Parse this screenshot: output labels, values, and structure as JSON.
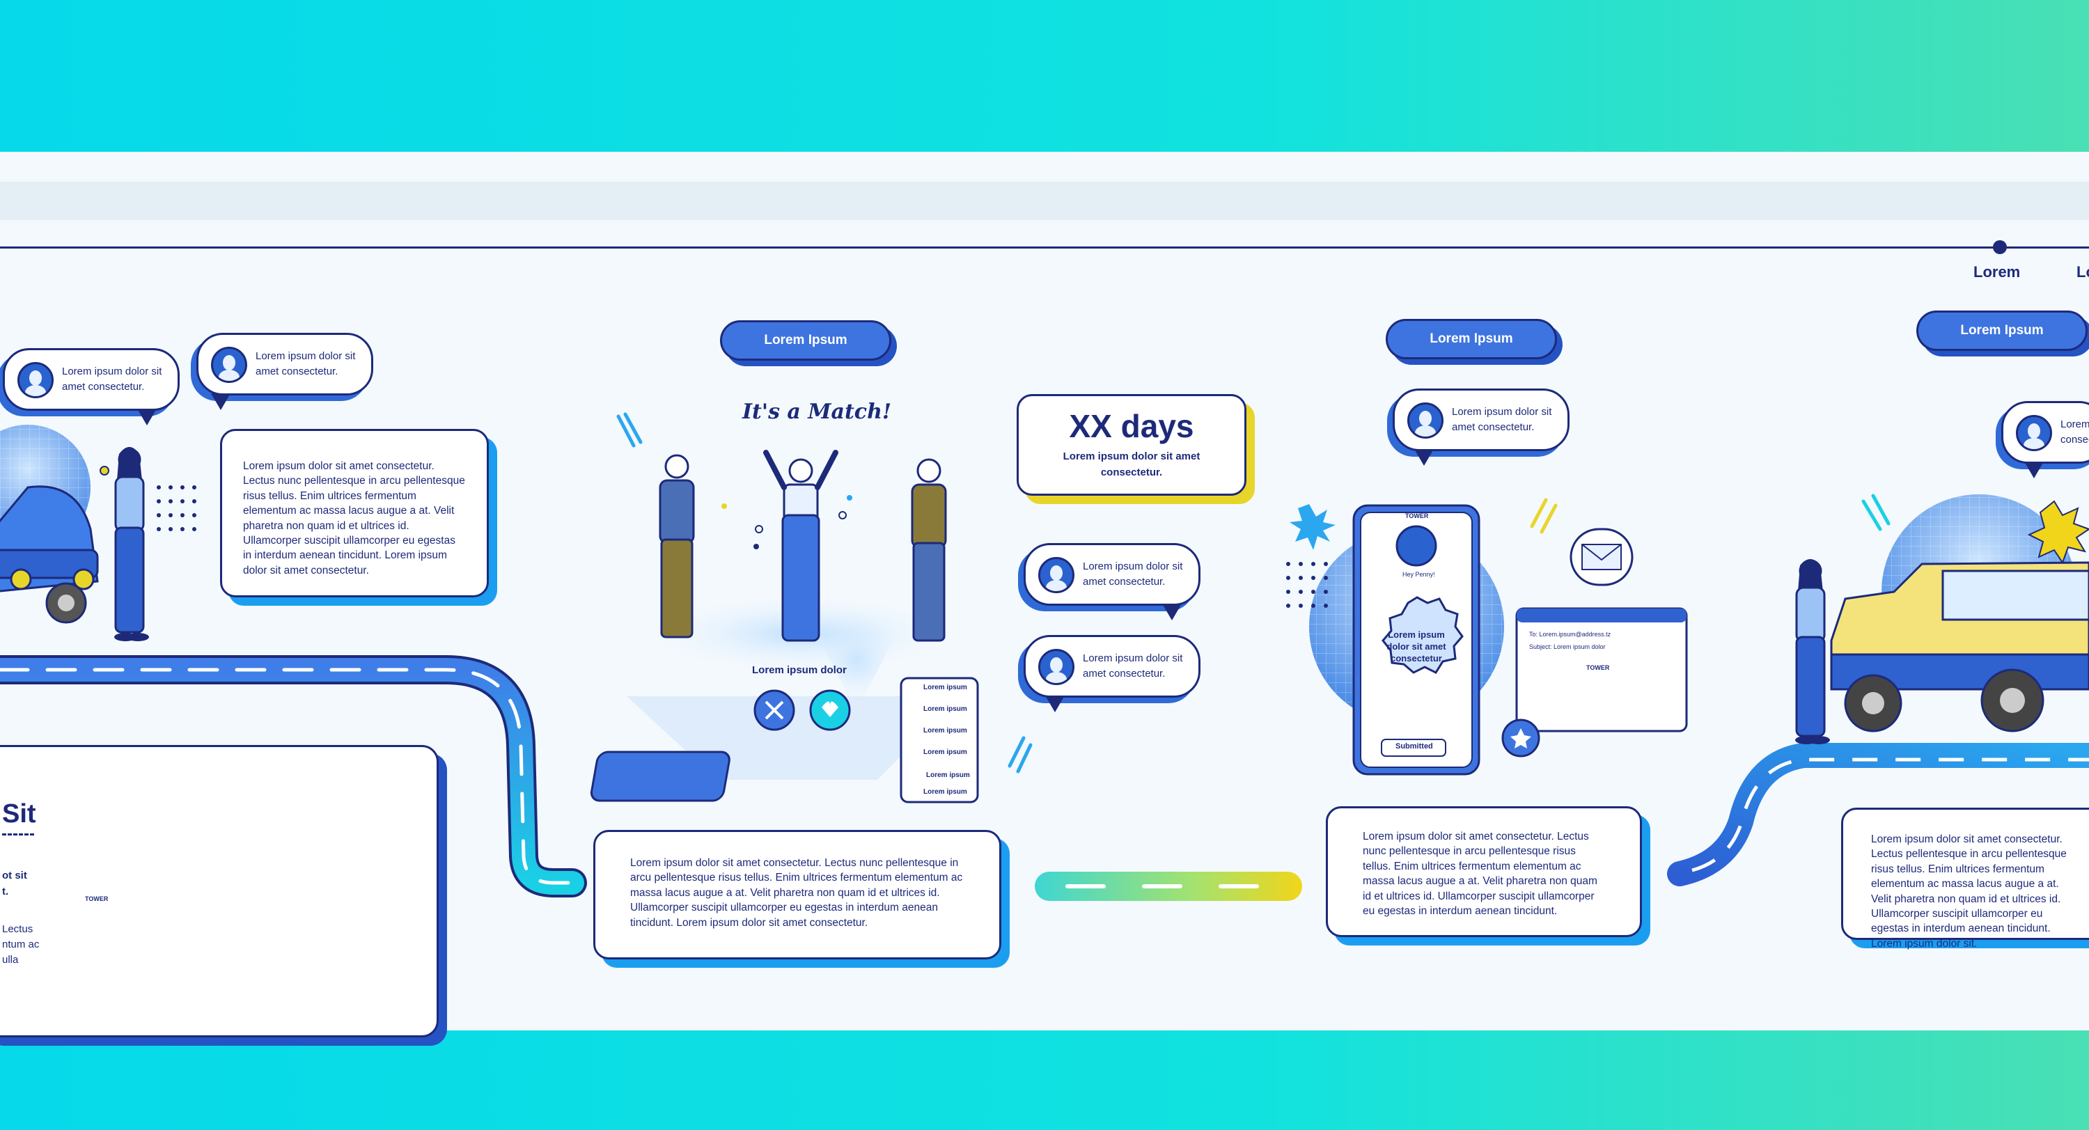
{
  "timeline": {
    "labels": [
      "Lorem",
      "Lo"
    ]
  },
  "pills": [
    "Lorem Ipsum",
    "Lorem Ipsum",
    "Lorem Ipsum"
  ],
  "bubbles": [
    "Lorem ipsum dolor sit amet consectetur.",
    "Lorem ipsum dolor sit amet consectetur.",
    "Lorem ipsum dolor sit amet consectetur.",
    "Lorem ipsum dolor sit amet consectetur.",
    "Lorem ipsum dolor sit amet consectetur.",
    "Lorem consectetur."
  ],
  "cards": [
    "Lorem ipsum dolor sit amet consectetur. Lectus nunc pellentesque in arcu pellentesque risus tellus. Enim ultrices fermentum elementum ac massa lacus augue a at. Velit pharetra non quam id et ultrices id. Ullamcorper suscipit ullamcorper eu egestas in interdum aenean tincidunt. Lorem ipsum dolor sit amet consectetur.",
    "Lorem ipsum dolor sit amet consectetur. Lectus nunc pellentesque in arcu pellentesque risus tellus. Enim ultrices fermentum elementum ac massa lacus augue a at. Velit pharetra non quam id et ultrices id. Ullamcorper suscipit ullamcorper eu egestas in interdum aenean tincidunt. Lorem ipsum dolor sit amet consectetur.",
    "Lorem ipsum dolor sit amet consectetur. Lectus nunc pellentesque in arcu pellentesque risus tellus. Enim ultrices fermentum elementum ac massa lacus augue a at. Velit pharetra non quam id et ultrices id. Ullamcorper suscipit ullamcorper eu egestas in interdum aenean tincidunt.",
    "Lorem ipsum dolor sit amet consectetur. Lectus pellentesque in arcu pellentesque risus tellus. Enim ultrices fermentum elementum ac massa lacus augue a at. Velit pharetra non quam id et ultrices id. Ullamcorper suscipit ullamcorper eu egestas in interdum aenean tincidunt. Lorem ipsum dolor sit."
  ],
  "left_card": {
    "title": "Sit",
    "lines": [
      "ot sit",
      "t.",
      "Lectus",
      "ntum ac",
      "ulla"
    ]
  },
  "days": {
    "title": "XX days",
    "text": "Lorem ipsum dolor sit amet consectetur."
  },
  "match": {
    "title": "It's a Match!",
    "caption": "Lorem ipsum dolor",
    "list": [
      "Lorem ipsum",
      "Lorem ipsum",
      "Lorem ipsum",
      "Lorem ipsum",
      "Lorem ipsum",
      "Lorem ipsum"
    ]
  },
  "phone": {
    "brand": "TOWER",
    "greeting": "Hey Penny!",
    "badge": "Lorem ipsum dolor sit amet consectetur",
    "button": "Submitted"
  },
  "email": {
    "to": "To: Lorem.ipsum@address.tz",
    "subject": "Subject: Lorem ipsum dolor",
    "brand": "TOWER"
  },
  "truck_brand": "TOWER",
  "colors": {
    "navy": "#1d2a7a",
    "blue": "#3e74e0",
    "sky": "#1b9ef0",
    "yellow": "#e8d52a",
    "teal": "#11e2df"
  }
}
